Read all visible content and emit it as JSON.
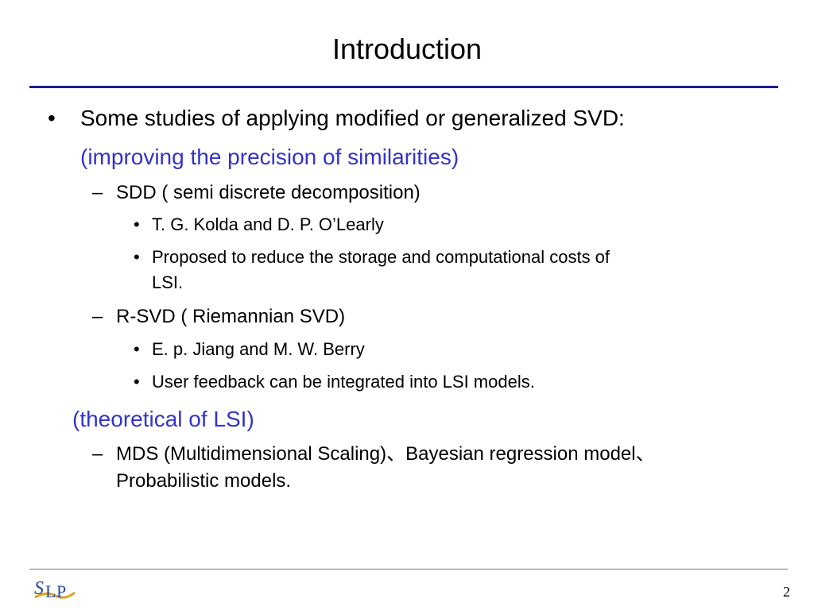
{
  "slide": {
    "title": "Introduction",
    "page_number": "2",
    "logo": {
      "text": "SLP",
      "colors": [
        "#2b4c9b",
        "#e0a31c"
      ]
    },
    "colors": {
      "title_rule": "#1c1c8c",
      "accent_text": "#3333cc",
      "footer_rule": "#777777"
    },
    "bullets": {
      "b1": "Some studies of applying modified or generalized SVD:",
      "b1_note": "(improving the precision of similarities)",
      "sdd": "SDD ( semi discrete decomposition)",
      "sdd_authors": "T. G. Kolda and D. P. O’Learly",
      "sdd_desc_1": "Proposed to reduce the storage and computational costs of",
      "sdd_desc_2": "LSI.",
      "rsvd": "R-SVD ( Riemannian SVD)",
      "rsvd_authors": "E. p. Jiang and M. W. Berry",
      "rsvd_desc": "User feedback can be integrated into LSI models.",
      "theory_note": "(theoretical of LSI)",
      "mds_1": "MDS (Multidimensional Scaling)、Bayesian regression model、",
      "mds_2": "Probabilistic models."
    },
    "markers": {
      "level1": "•",
      "level2": "–",
      "level3": "•"
    }
  }
}
